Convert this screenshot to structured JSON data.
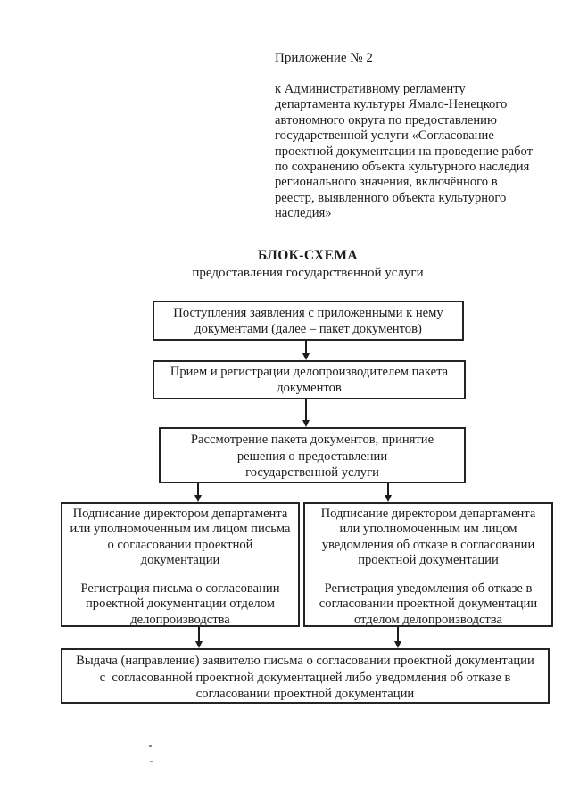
{
  "colors": {
    "background": "#ffffff",
    "ink": "#1c1c1c",
    "border": "#242424"
  },
  "header": {
    "annex_label": "Приложение № 2",
    "annex_text": "к Административному регламенту\nдепартамента культуры Ямало-Ненецкого\nавтономного округа по предоставлению\nгосударственной услуги «Согласование\nпроектной документации на проведение работ\nпо сохранению объекта культурного наследия\nрегионального значения, включённого в\nреестр, выявленного объекта культурного\nнаследия»"
  },
  "title_block": {
    "title": "БЛОК-СХЕМА",
    "subtitle": "предоставления государственной услуги"
  },
  "flow": {
    "box1": "Поступления заявления с приложенными к нему\nдокументами (далее – пакет документов)",
    "box2": "Прием и регистрации делопроизводителем пакета\nдокументов",
    "box3": "Рассмотрение пакета документов, принятие\nрешения о предоставлении\nгосударственной услуги",
    "left_box": {
      "p1": "Подписание директором департамента\nили уполномоченным им лицом письма\nо согласовании проектной\nдокументации",
      "p2": "Регистрация письма о согласовании\nпроектной документации отделом\nделопроизводства"
    },
    "right_box": {
      "p1": "Подписание директором департамента\nили уполномоченным им лицом\nуведомления об отказе в согласовании\nпроектной документации",
      "p2": "Регистрация уведомления об отказе в\nсогласовании проектной документации\nотделом делопроизводства"
    },
    "bottom_box": "Выдача (направление) заявителю письма о согласовании проектной документации\nс  согласованной проектной документацией либо уведомления об отказе в\nсогласовании проектной документации"
  }
}
